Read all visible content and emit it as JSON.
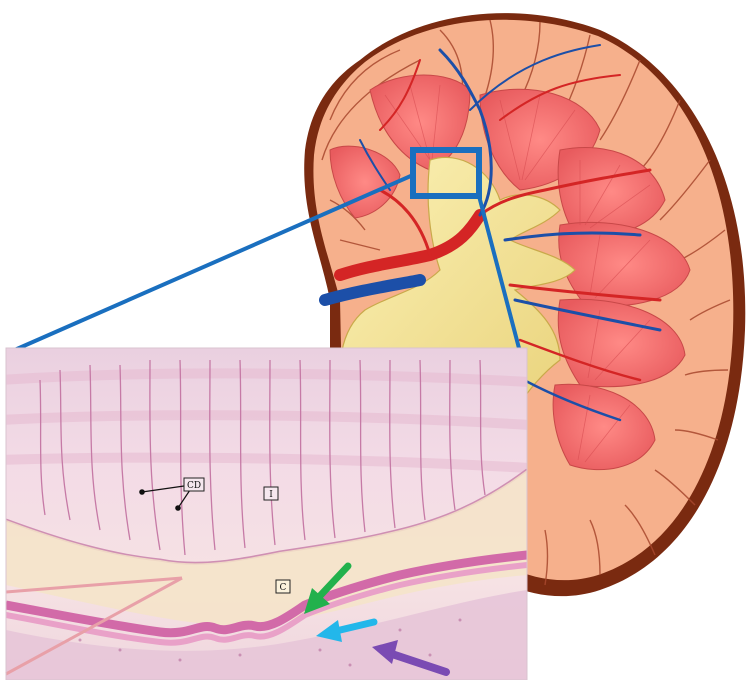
{
  "figure": {
    "labels": {
      "collecting_ducts": "CD",
      "papilla_interior": "I",
      "calyx": "C"
    },
    "colors": {
      "callout": "#1a6fbf",
      "arrow_green": "#22b14c",
      "arrow_cyan": "#23b7ea",
      "arrow_purple": "#7a4bb3",
      "pointer_pink": "#e8a0a8",
      "cortex": "#f6b08c",
      "pyramid": "#ee6a6a",
      "pelvis": "#f4e79a",
      "artery": "#d42525",
      "vein": "#1c4fa8",
      "capsule": "#7a2a10",
      "histology_bg": "#f0d6e6"
    },
    "icons": [
      "arrow-green",
      "arrow-cyan",
      "arrow-purple"
    ]
  }
}
